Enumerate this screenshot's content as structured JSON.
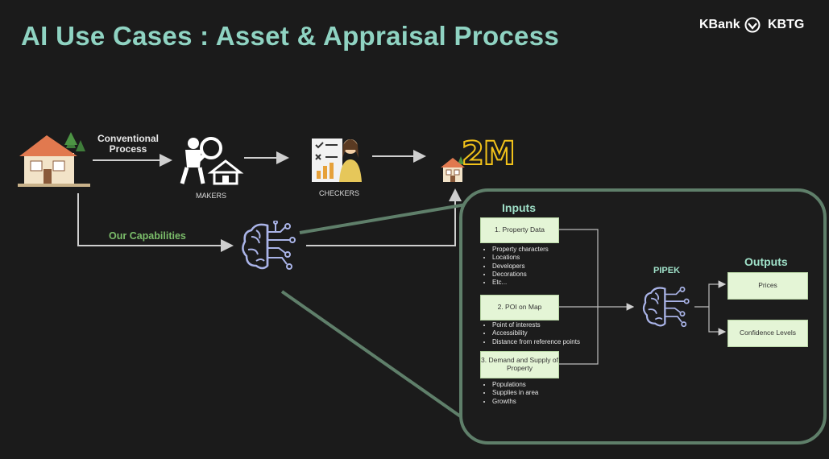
{
  "title": "AI Use Cases : Asset & Appraisal Process",
  "brand": {
    "left": "KBank",
    "right": "KBTG"
  },
  "flow": {
    "conventional_label": "Conventional\nProcess",
    "makers_label": "MAKERS",
    "checkers_label": "CHECKERS",
    "result_value": "2M",
    "capabilities_label": "Our Capabilities"
  },
  "panel": {
    "inputs_title": "Inputs",
    "outputs_title": "Outputs",
    "model_label": "PIPEK",
    "inputs": [
      {
        "label": "1. Property Data",
        "bullets": [
          "Property characters",
          "Locations",
          "Developers",
          "Decorations",
          "Etc..."
        ]
      },
      {
        "label": "2. POI on Map",
        "bullets": [
          "Point of interests",
          "Accessibility",
          "Distance from reference points"
        ]
      },
      {
        "label": "3. Demand and Supply of Property",
        "bullets": [
          "Populations",
          "Supplies in area",
          "Growths"
        ]
      }
    ],
    "outputs": [
      "Prices",
      "Confidence Levels"
    ]
  },
  "colors": {
    "background": "#1b1b1b",
    "title": "#8fd3c2",
    "panel_border": "#5f7f6a",
    "box_fill": "#e4f5d6",
    "capabilities": "#7bbd6a",
    "result": "#f2c21a"
  },
  "icons": [
    "house-icon",
    "inspector-icon",
    "checker-icon",
    "small-house-icon",
    "ai-brain-icon",
    "bank-logo-icon"
  ]
}
